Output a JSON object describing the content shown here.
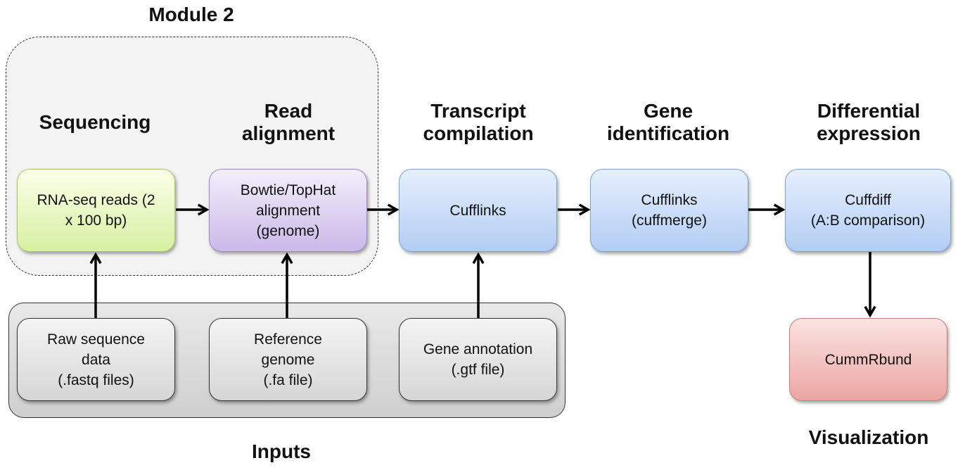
{
  "module_title": "Module 2",
  "stages": {
    "sequencing": "Sequencing",
    "read_alignment": "Read\nalignment",
    "transcript_compilation": "Transcript\ncompilation",
    "gene_identification": "Gene\nidentification",
    "differential_expression": "Differential\nexpression"
  },
  "nodes": {
    "rnaseq": "RNA-seq reads (2\nx 100 bp)",
    "bowtie": "Bowtie/TopHat\nalignment\n(genome)",
    "cufflinks": "Cufflinks",
    "cuffmerge": "Cufflinks\n(cuffmerge)",
    "cuffdiff": "Cuffdiff\n(A:B comparison)",
    "cummrbund": "CummRbund"
  },
  "inputs": {
    "raw": "Raw sequence\ndata\n(.fastq files)",
    "reference": "Reference\ngenome\n(.fa file)",
    "annotation": "Gene annotation\n(.gtf file)"
  },
  "inputs_label": "Inputs",
  "visualization_label": "Visualization"
}
